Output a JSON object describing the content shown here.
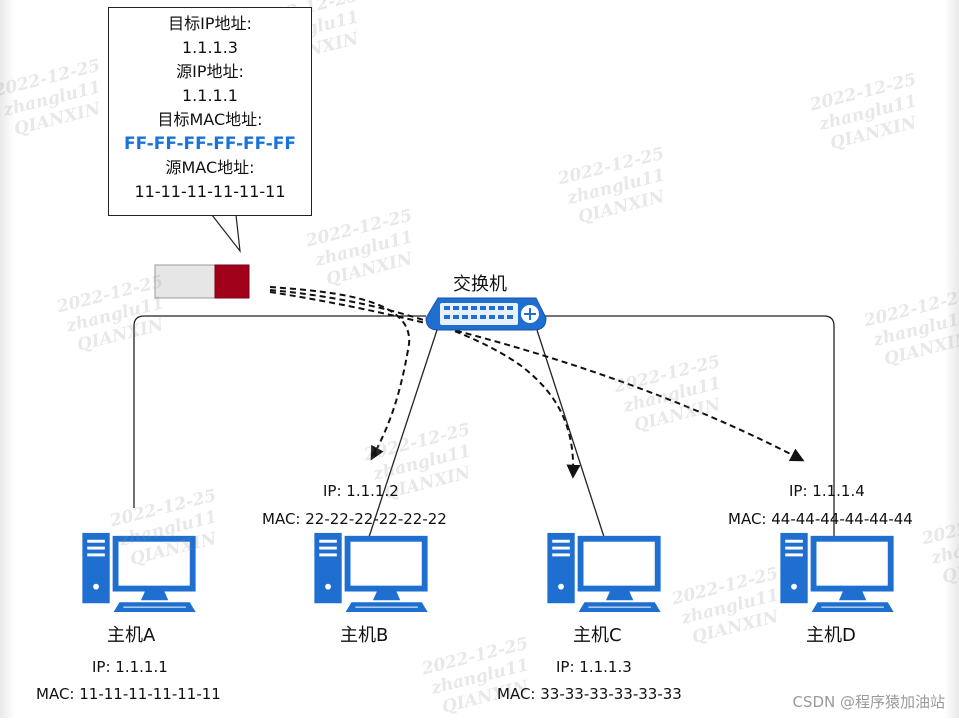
{
  "packet_callout": {
    "dest_ip_label": "目标IP地址:",
    "dest_ip": "1.1.1.3",
    "src_ip_label": "源IP地址:",
    "src_ip": "1.1.1.1",
    "dest_mac_label": "目标MAC地址:",
    "dest_mac": "FF-FF-FF-FF-FF-FF",
    "src_mac_label": "源MAC地址:",
    "src_mac": "11-11-11-11-11-11",
    "dest_mac_color": "#1a73d8"
  },
  "packet_colors": {
    "body": "#e6e6e6",
    "header": "#a0001a"
  },
  "switch": {
    "label": "交换机",
    "color": "#1f6fd1",
    "icon": "network-switch-icon"
  },
  "hosts": {
    "a": {
      "name": "主机A",
      "ip": "IP:  1.1.1.1",
      "mac": "MAC:  11-11-11-11-11-11"
    },
    "b": {
      "name": "主机B",
      "ip": "IP:  1.1.1.2",
      "mac": "MAC:  22-22-22-22-22-22"
    },
    "c": {
      "name": "主机C",
      "ip": "IP:  1.1.1.3",
      "mac": "MAC:  33-33-33-33-33-33"
    },
    "d": {
      "name": "主机D",
      "ip": "IP:  1.1.1.4",
      "mac": "MAC:  44-44-44-44-44-44"
    }
  },
  "computer_color": "#1f6fd1",
  "watermark": {
    "date": "2022-12-25",
    "user": "zhanglu11",
    "org": "QIANXIN"
  },
  "footer": {
    "credit": "CSDN @程序猿加油站"
  }
}
